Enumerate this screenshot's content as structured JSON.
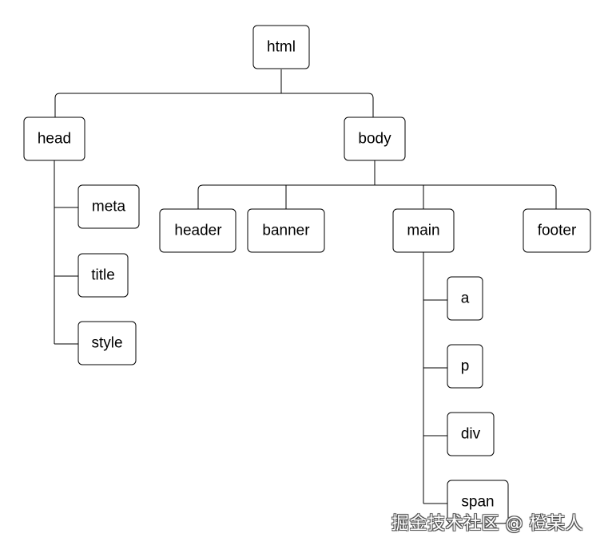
{
  "diagram": {
    "nodes": {
      "html": "html",
      "head": "head",
      "body": "body",
      "meta": "meta",
      "title": "title",
      "style": "style",
      "header": "header",
      "banner": "banner",
      "main": "main",
      "footer": "footer",
      "a": "a",
      "p": "p",
      "div": "div",
      "span": "span"
    },
    "edges": [
      [
        "html",
        "head"
      ],
      [
        "html",
        "body"
      ],
      [
        "head",
        "meta"
      ],
      [
        "head",
        "title"
      ],
      [
        "head",
        "style"
      ],
      [
        "body",
        "header"
      ],
      [
        "body",
        "banner"
      ],
      [
        "body",
        "main"
      ],
      [
        "body",
        "footer"
      ],
      [
        "main",
        "a"
      ],
      [
        "main",
        "p"
      ],
      [
        "main",
        "div"
      ],
      [
        "main",
        "span"
      ]
    ]
  },
  "watermark": "掘金技术社区 @ 橙某人"
}
